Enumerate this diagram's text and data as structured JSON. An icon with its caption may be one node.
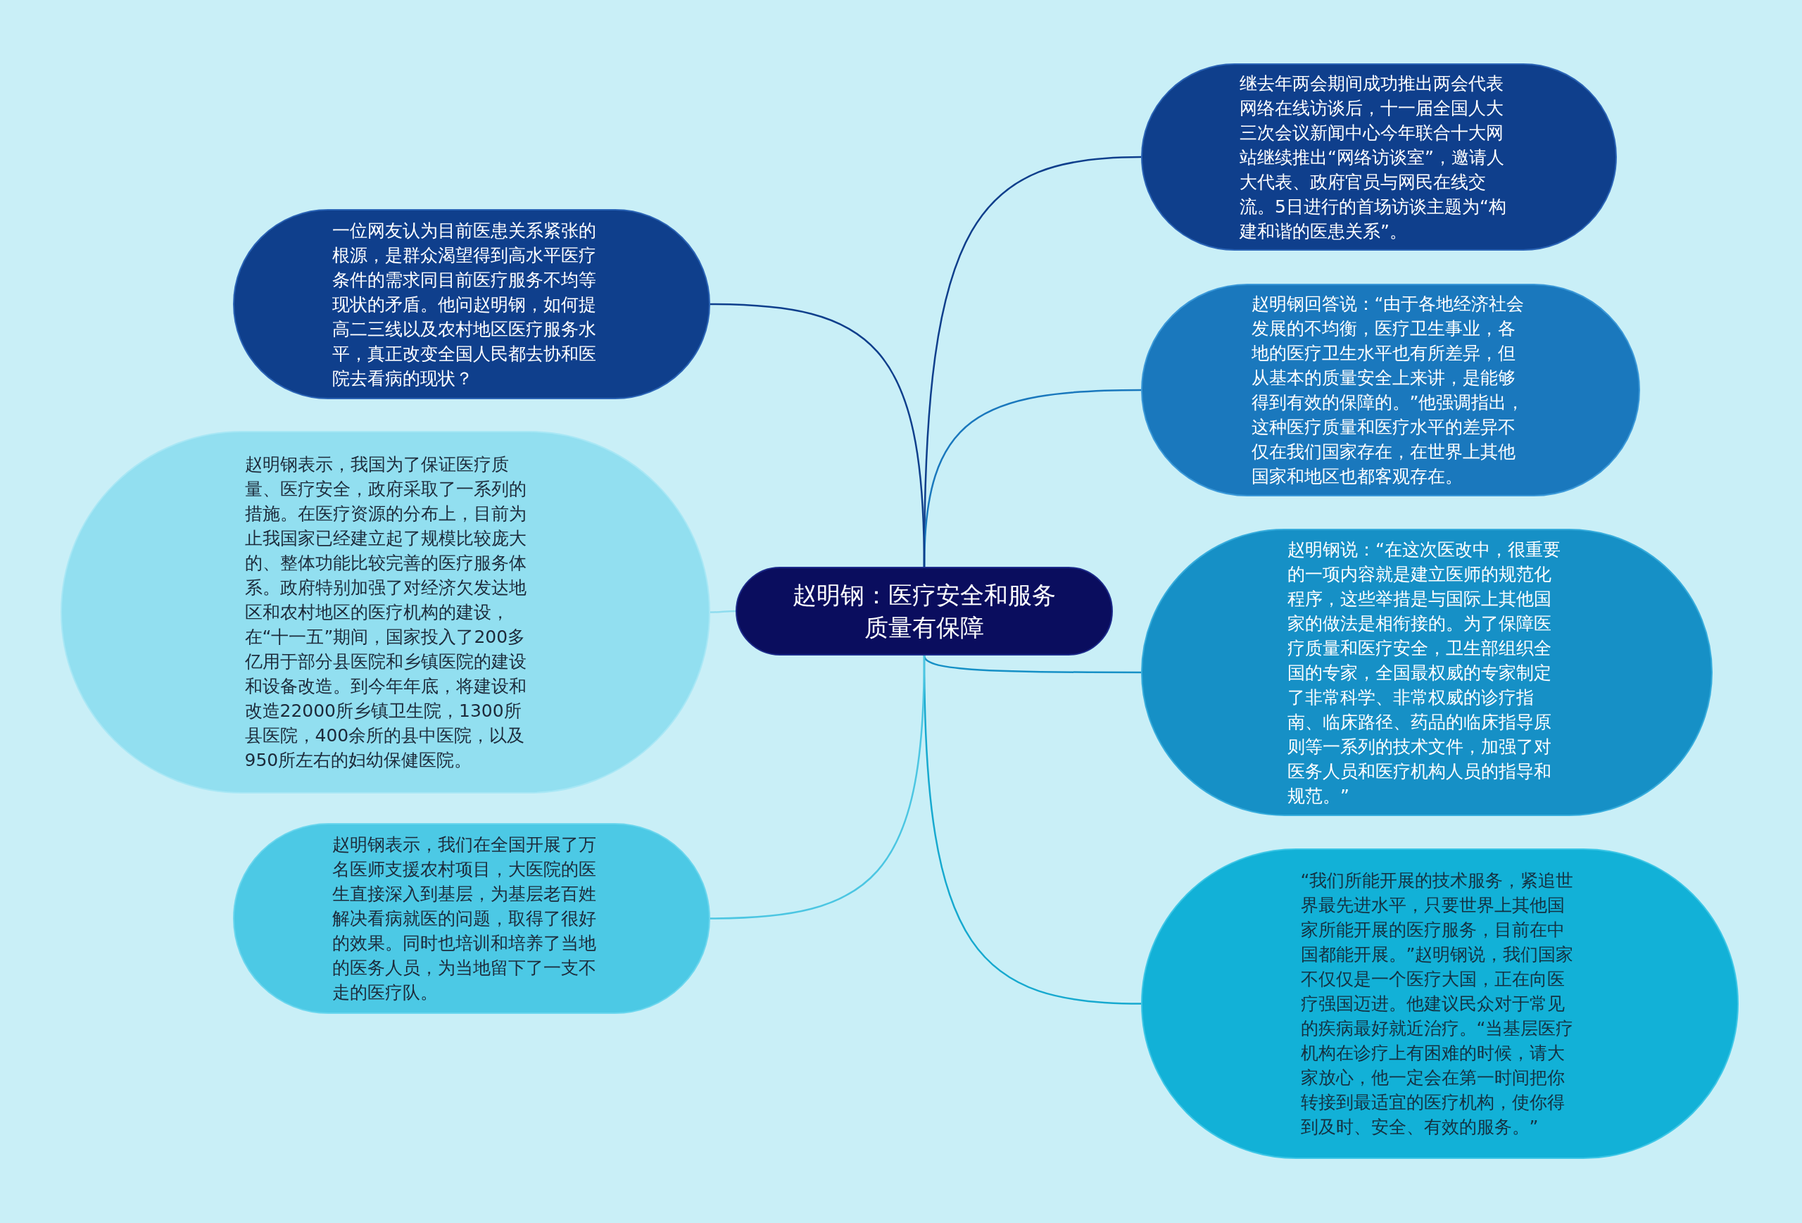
{
  "diagram": {
    "nodes": [
      {
        "text": [
          "赵明钢：医疗安全和服务质量有保障"
        ]
      },
      {
        "text": [
          "继去年两会期间成功推出两会代表网络在线访谈后，十一届全国人大三次会议新闻中心今年联合十大网站继续推出“网络访谈室”，邀请人大代表、政府官员与网民在线交流。5日进行的首场访谈主题为“构建和谐的医患关系”。"
        ]
      },
      {
        "text": [
          "赵明钢回答说：“由于各地经济社会发展的不均衡，医疗卫生事业，各地的医疗卫生水平也有所差异，但从基本的质量安全上来讲，是能够得到有效的保障的。”他强调指出，这种医疗质量和医疗水平的差异不仅在我们国家存在，在世界上其他国家和地区也都客观存在。"
        ]
      },
      {
        "text": [
          "赵明钢说：“在这次医改中，很重要的一项内容就是建立医师的规范化程序，这些举措是与国际上其他国家的做法是相衔接的。为了保障医疗质量和医疗安全，卫生部组织全国的专家，全国最权威的专家制定了非常科学、非常权威的诊疗指南、临床路径、药品的临床指导原则等一系列的技术文件，加强了对医务人员和医疗机构人员的指导和规范。”"
        ]
      },
      {
        "text": [
          "“我们所能开展的技术服务，紧追世界最先进水平，只要世界上其他国家所能开展的医疗服务，目前在中国都能开展。”赵明钢说，我们国家不仅仅是一个医疗大国，正在向医疗强国迈进。他建议民众对于常见的疾病最好就近治疗。“当基层医疗机构在诊疗上有困难的时候，请大家放心，他一定会在第一时间把你转接到最适宜的医疗机构，使你得到及时、安全、有效的服务。”"
        ]
      },
      {
        "text": [
          "一位网友认为目前医患关系紧张的根源，是群众渴望得到高水平医疗条件的需求同目前医疗服务不均等现状的矛盾。他问赵明钢，如何提高二三线以及农村地区医疗服务水平，真正改变全国人民都去协和医院去看病的现状？"
        ]
      },
      {
        "text": [
          "赵明钢表示，我国为了保证医疗质量、医疗安全，政府采取了一系列的措施。在医疗资源的分布上，目前为止我国家已经建立起了规模比较庞大的、整体功能比较完善的医疗服务体系。政府特别加强了对经济欠发达地区和农村地区的医疗机构的建设，在“十一五”期间，国家投入了200多亿用于部分县医院和乡镇医院的建设和设备改造。到今年年底，将建设和改造22000所乡镇卫生院，1300所县医院，400余所的县中医院，以及950所左右的妇幼保健医院。"
        ]
      },
      {
        "text": [
          "赵明钢表示，我们在全国开展了万名医师支援农村项目，大医院的医生直接深入到基层，为基层老百姓解决看病就医的问题，取得了很好的效果。同时也培训和培养了当地的医务人员，为当地留下了一支不走的医疗队。"
        ]
      }
    ],
    "edges": [
      {
        "from": 0,
        "to": 1,
        "arrow": "none",
        "color": "#0f3f8c"
      },
      {
        "from": 0,
        "to": 2,
        "arrow": "none",
        "color": "#1a78bd"
      },
      {
        "from": 0,
        "to": 3,
        "arrow": "none",
        "color": "#1690c6"
      },
      {
        "from": 0,
        "to": 4,
        "arrow": "none",
        "color": "#17a9cf"
      },
      {
        "from": 0,
        "to": 5,
        "arrow": "none",
        "color": "#0f3f8c"
      },
      {
        "from": 0,
        "to": 6,
        "arrow": "none",
        "color": "#8fdcee"
      },
      {
        "from": 0,
        "to": 7,
        "arrow": "none",
        "color": "#4cc6e2"
      }
    ]
  }
}
